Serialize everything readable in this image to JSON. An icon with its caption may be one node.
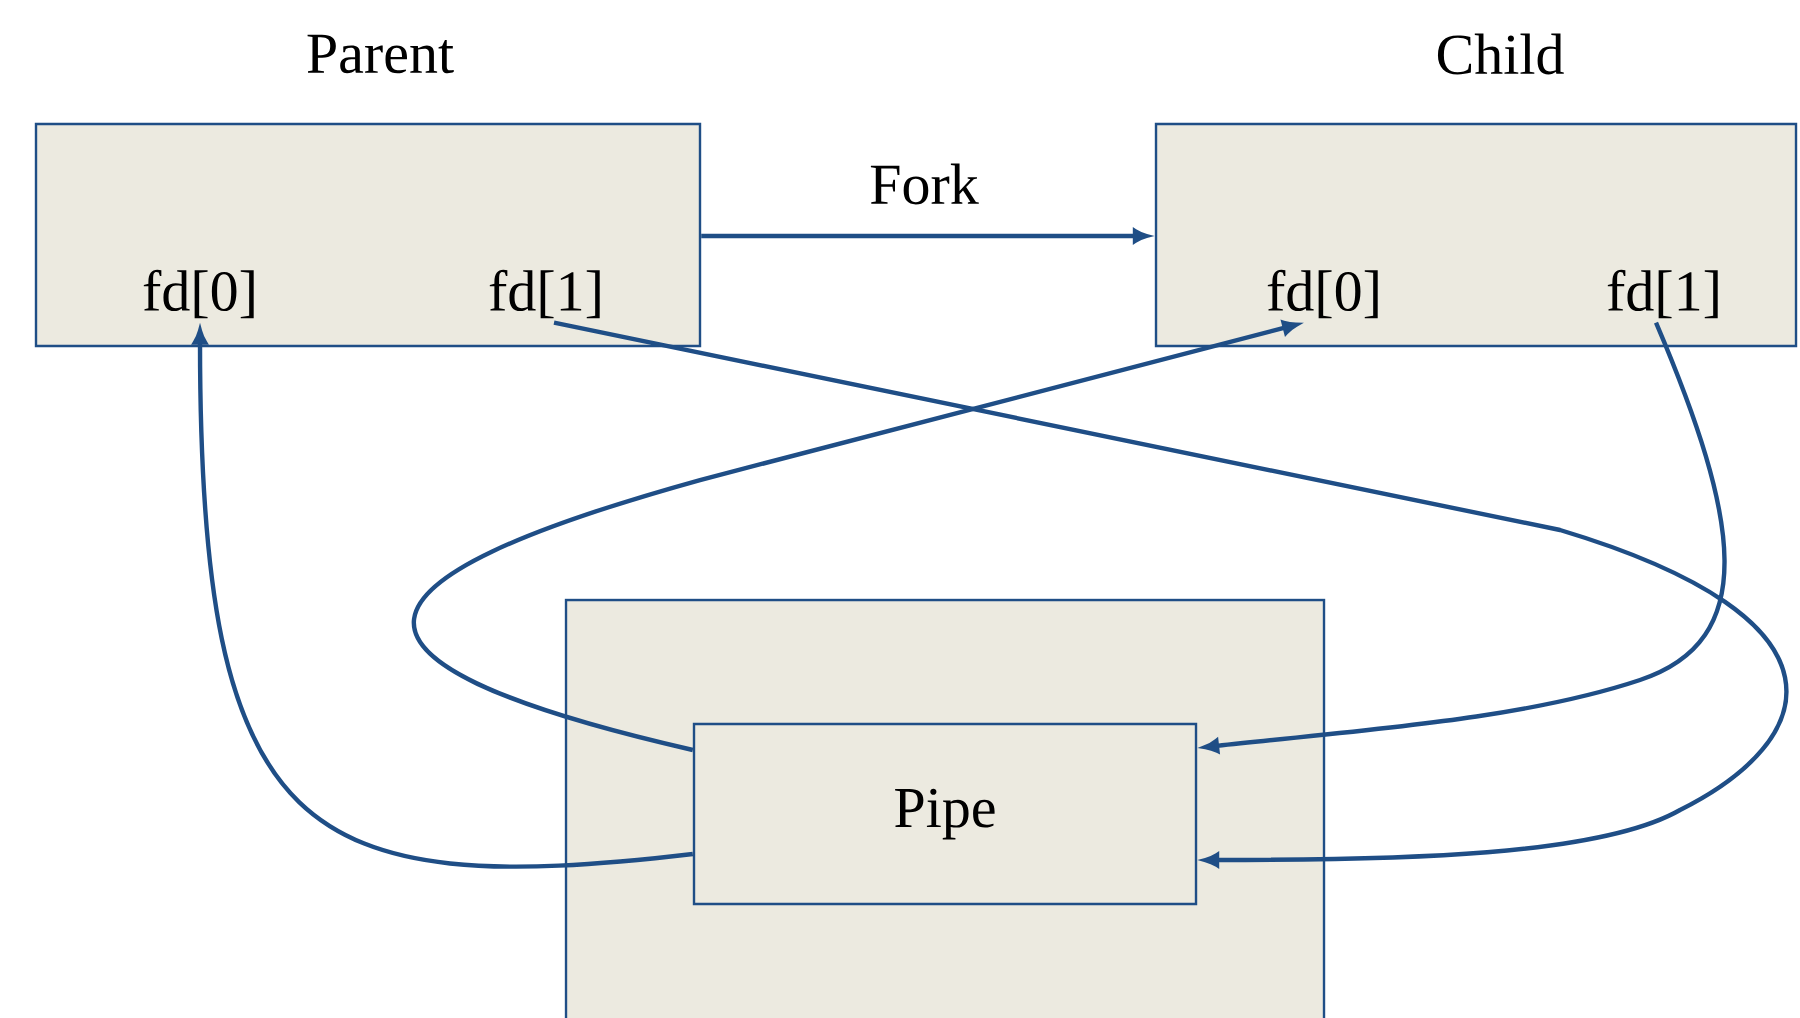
{
  "diagram": {
    "nodes": [
      {
        "text": [
          "Parent"
        ]
      },
      {
        "text": [
          "fd[0]"
        ],
        "in": 0
      },
      {
        "text": [
          "fd[1]"
        ],
        "in": 0
      },
      {
        "text": [
          "Child"
        ]
      },
      {
        "text": [
          "fd[0]"
        ],
        "in": 3
      },
      {
        "text": [
          "fd[1]"
        ],
        "in": 3
      },
      {
        "text": [],
        "shape": "box"
      },
      {
        "text": [
          "Pipe"
        ],
        "in": 6
      }
    ],
    "edges": [
      {
        "from": 0,
        "to": 3,
        "arrow": "to",
        "label": "Fork"
      },
      {
        "from": 7,
        "to": 1,
        "arrow": "to"
      },
      {
        "from": 7,
        "to": 4,
        "arrow": "to"
      },
      {
        "from": 2,
        "to": 7,
        "arrow": "to"
      },
      {
        "from": 5,
        "to": 7,
        "arrow": "to"
      }
    ]
  }
}
